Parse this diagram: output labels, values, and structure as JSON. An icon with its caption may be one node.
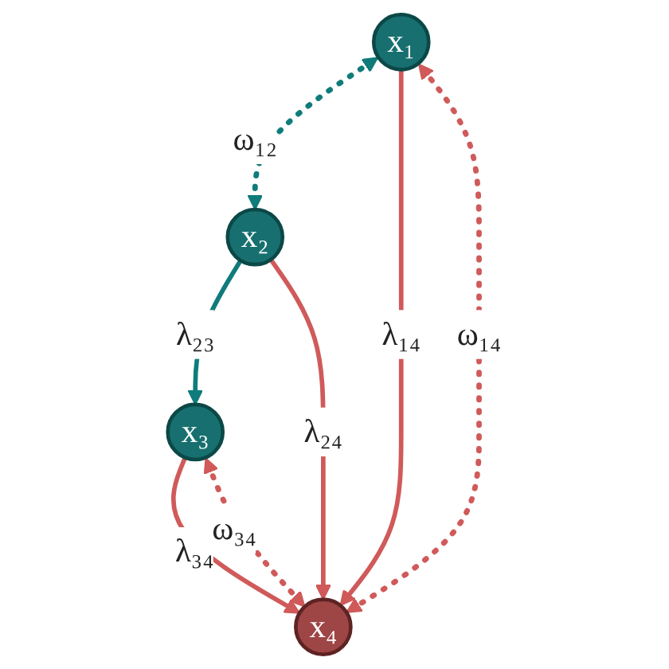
{
  "diagram": {
    "nodes": [
      {
        "text": [
          "x₁"
        ]
      },
      {
        "text": [
          "x₂"
        ]
      },
      {
        "text": [
          "x₃"
        ]
      },
      {
        "text": [
          "x₄"
        ]
      }
    ],
    "edges": [
      {
        "from": 0,
        "to": 1,
        "arrow": "both",
        "label": "ω₁₂",
        "style": "dashed",
        "color": "#0f7c7b"
      },
      {
        "from": 0,
        "to": 3,
        "arrow": "to",
        "label": "λ₁₄"
      },
      {
        "from": 1,
        "to": 2,
        "arrow": "to",
        "label": "λ₂₃",
        "color": "#0f7c7b"
      },
      {
        "from": 1,
        "to": 3,
        "arrow": "to",
        "label": "λ₂₄"
      },
      {
        "from": 0,
        "to": 3,
        "arrow": "both",
        "label": "ω₁₄",
        "style": "dashed"
      },
      {
        "from": 2,
        "to": 3,
        "arrow": "to",
        "label": "λ₃₄"
      },
      {
        "from": 2,
        "to": 3,
        "arrow": "both",
        "label": "ω₃₄",
        "style": "dashed"
      }
    ]
  }
}
